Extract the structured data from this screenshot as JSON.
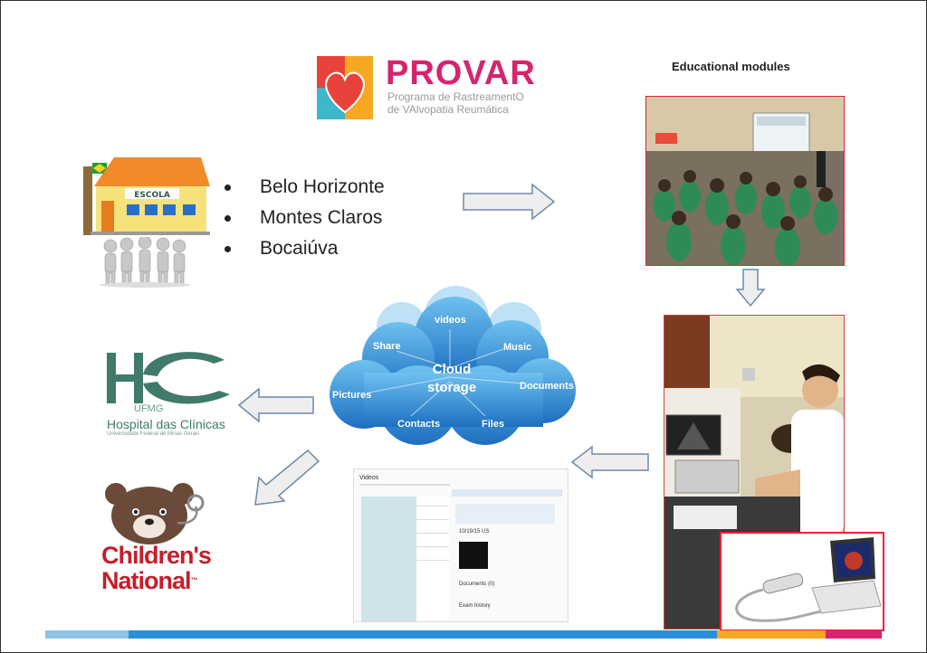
{
  "logo": {
    "title": "PROVAR",
    "subtitle_line1": "Programa de RastreamentO",
    "subtitle_line2": "de VAlvopatia Reumática",
    "colors": [
      "#e8433a",
      "#f7a823",
      "#3fb6c9",
      "#d6246e"
    ]
  },
  "school": {
    "sign": "ESCOLA",
    "icon": "school-building-icon",
    "people_icon": "people-group-icon"
  },
  "cities": [
    "Belo Horizonte",
    "Montes Claros",
    "Bocaiúva"
  ],
  "educational_modules": {
    "label": "Educational modules",
    "photo": "classroom-photo"
  },
  "cloud": {
    "title_line1": "Cloud",
    "title_line2": "storage",
    "items": [
      "videos",
      "Share",
      "Music",
      "Pictures",
      "Documents",
      "Contacts",
      "Files"
    ],
    "color": "#2a8fd6"
  },
  "hospital": {
    "letters": "HC",
    "ufmg": "UFMG",
    "name": "Hospital das Clínicas",
    "sub": "Universidade Federal de Minas Gerais",
    "color": "#3f7a6a"
  },
  "childrens": {
    "line1": "Children's",
    "line2": "National",
    "mark": "™",
    "color": "#c41e2a"
  },
  "ui_screenshot": {
    "header": "Videos",
    "panel_title": "10/19/15 US",
    "documents": "Documents (0)",
    "history": "Exam history"
  },
  "bottom_bar_colors": [
    "#8ec3e6",
    "#2a8fd6",
    "#f7a823",
    "#d6246e"
  ]
}
